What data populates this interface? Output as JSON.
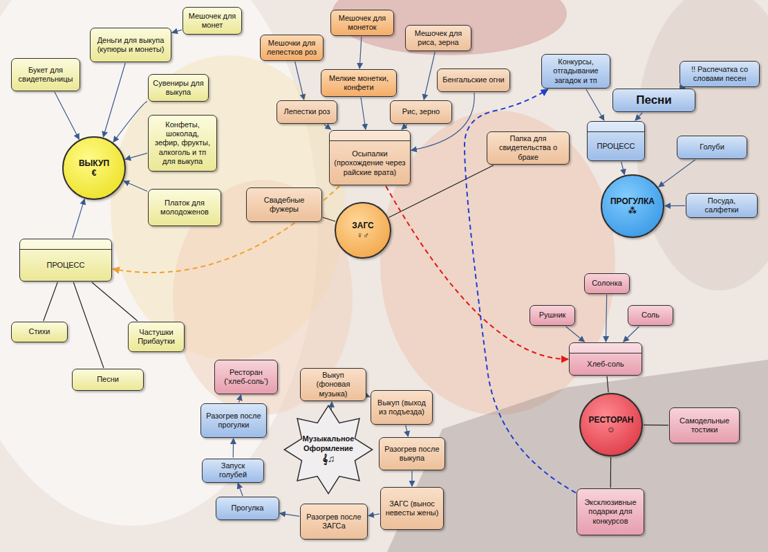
{
  "diagram": {
    "nodes": [
      {
        "text": [
          "Мешочек для монет"
        ]
      },
      {
        "text": [
          "Мешочек для монеток"
        ]
      },
      {
        "text": [
          "Мешочек для риса, зерна"
        ]
      },
      {
        "text": [
          "Деньги для выкупа (купюры и монеты)"
        ]
      },
      {
        "text": [
          "Мешочки для лепестков роз"
        ]
      },
      {
        "text": [
          "Конкурсы, отгадывание загадок и тп"
        ]
      },
      {
        "text": [
          "!! Распечатка со словами песен"
        ]
      },
      {
        "text": [
          "Букет для свидетельницы"
        ]
      },
      {
        "text": [
          "Мелкие монетки, конфети"
        ]
      },
      {
        "text": [
          "Бенгальские огни"
        ]
      },
      {
        "text": [
          "Сувениры для выкупа"
        ]
      },
      {
        "text": [
          "Песни"
        ]
      },
      {
        "text": [
          "Лепестки роз"
        ]
      },
      {
        "text": [
          "Рис, зерно"
        ]
      },
      {
        "text": [
          "Конфеты, шоколад, зефир, фрукты, алкоголь и тп для выкупа"
        ]
      },
      {
        "text": [
          "ВЫКУП",
          "€"
        ]
      },
      {
        "text": [
          "Осыпалки (прохождение через райские врата)"
        ]
      },
      {
        "text": [
          "ПРОЦЕСС"
        ]
      },
      {
        "text": [
          "Голуби"
        ]
      },
      {
        "text": [
          "Папка для свидетельства о браке"
        ]
      },
      {
        "text": [
          "ПРОГУЛКА",
          "⁂"
        ]
      },
      {
        "text": [
          "Свадебные фужеры"
        ]
      },
      {
        "text": [
          "ЗАГС",
          "♀♂"
        ]
      },
      {
        "text": [
          "Платок для молодоженов"
        ]
      },
      {
        "text": [
          "Посуда, салфетки"
        ]
      },
      {
        "text": [
          "ПРОЦЕСС"
        ]
      },
      {
        "text": [
          "Солонка"
        ]
      },
      {
        "text": [
          "Рушник"
        ]
      },
      {
        "text": [
          "Соль"
        ]
      },
      {
        "text": [
          "Стихи"
        ]
      },
      {
        "text": [
          "Частушки Прибаутки"
        ]
      },
      {
        "text": [
          "Хлеб-соль"
        ]
      },
      {
        "text": [
          "Ресторан (‘хлеб-соль’)"
        ]
      },
      {
        "text": [
          "Выкуп (фоновая музыка)"
        ]
      },
      {
        "text": [
          "Песни"
        ]
      },
      {
        "text": [
          "Выкуп (выход из подъезда)"
        ]
      },
      {
        "text": [
          "Разогрев после прогулки"
        ]
      },
      {
        "text": [
          "Музыкальное Оформление",
          "𝄞♫"
        ]
      },
      {
        "text": [
          "РЕСТОРАН",
          "☺"
        ]
      },
      {
        "text": [
          "Самодельные тостики"
        ]
      },
      {
        "text": [
          "Разогрев после выкупа"
        ]
      },
      {
        "text": [
          "Запуск голубей"
        ]
      },
      {
        "text": [
          "ЗАГС (вынос невесты жены)"
        ]
      },
      {
        "text": [
          "Прогулка"
        ]
      },
      {
        "text": [
          "Разогрев после ЗАГСа"
        ]
      },
      {
        "text": [
          "Эксклюзивные подарки для конкурсов"
        ]
      }
    ],
    "edges": [
      {
        "from": 0,
        "to": 3,
        "arrow": "to"
      },
      {
        "from": 3,
        "to": 15,
        "arrow": "to"
      },
      {
        "from": 7,
        "to": 15,
        "arrow": "to"
      },
      {
        "from": 10,
        "to": 15,
        "arrow": "to"
      },
      {
        "from": 14,
        "to": 15,
        "arrow": "to"
      },
      {
        "from": 23,
        "to": 15,
        "arrow": "to"
      },
      {
        "from": 25,
        "to": 15,
        "arrow": "to"
      },
      {
        "from": 25,
        "to": 29,
        "arrow": "none"
      },
      {
        "from": 25,
        "to": 30,
        "arrow": "none"
      },
      {
        "from": 25,
        "to": 34,
        "arrow": "none"
      },
      {
        "from": 1,
        "to": 8,
        "arrow": "to"
      },
      {
        "from": 4,
        "to": 12,
        "arrow": "to"
      },
      {
        "from": 2,
        "to": 13,
        "arrow": "to"
      },
      {
        "from": 12,
        "to": 16,
        "arrow": "to"
      },
      {
        "from": 8,
        "to": 16,
        "arrow": "to"
      },
      {
        "from": 13,
        "to": 16,
        "arrow": "to"
      },
      {
        "from": 9,
        "to": 16,
        "arrow": "to"
      },
      {
        "from": 21,
        "to": 22,
        "arrow": "none"
      },
      {
        "from": 19,
        "to": 22,
        "arrow": "none"
      },
      {
        "from": 16,
        "to": 25,
        "arrow": "to"
      },
      {
        "from": 16,
        "to": 31,
        "arrow": "to"
      },
      {
        "from": 45,
        "to": 5,
        "arrow": "to"
      },
      {
        "from": 5,
        "to": 17,
        "arrow": "to"
      },
      {
        "from": 6,
        "to": 11,
        "arrow": "to"
      },
      {
        "from": 11,
        "to": 17,
        "arrow": "to"
      },
      {
        "from": 17,
        "to": 20,
        "arrow": "to"
      },
      {
        "from": 18,
        "to": 20,
        "arrow": "to"
      },
      {
        "from": 24,
        "to": 20,
        "arrow": "to"
      },
      {
        "from": 26,
        "to": 31,
        "arrow": "to"
      },
      {
        "from": 27,
        "to": 31,
        "arrow": "to"
      },
      {
        "from": 28,
        "to": 31,
        "arrow": "to"
      },
      {
        "from": 31,
        "to": 38,
        "arrow": "none"
      },
      {
        "from": 38,
        "to": 39,
        "arrow": "none"
      },
      {
        "from": 38,
        "to": 45,
        "arrow": "none"
      },
      {
        "from": 37,
        "to": 33,
        "arrow": "to"
      },
      {
        "from": 33,
        "to": 35,
        "arrow": "to"
      },
      {
        "from": 35,
        "to": 40,
        "arrow": "to"
      },
      {
        "from": 40,
        "to": 42,
        "arrow": "to"
      },
      {
        "from": 42,
        "to": 44,
        "arrow": "to"
      },
      {
        "from": 44,
        "to": 43,
        "arrow": "to"
      },
      {
        "from": 43,
        "to": 41,
        "arrow": "to"
      },
      {
        "from": 41,
        "to": 36,
        "arrow": "to"
      },
      {
        "from": 36,
        "to": 32,
        "arrow": "to"
      }
    ]
  }
}
